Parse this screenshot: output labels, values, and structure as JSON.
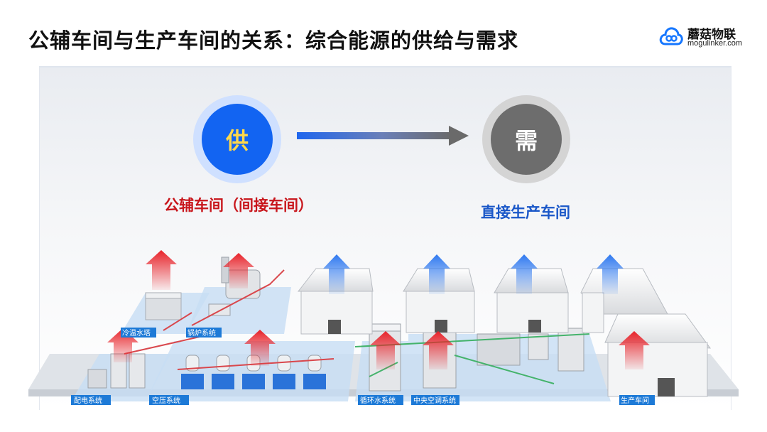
{
  "title": "公辅车间与生产车间的关系：综合能源的供给与需求",
  "brand": {
    "name": "蘑菇物联",
    "url": "mogulinker.com"
  },
  "supply": {
    "char": "供",
    "label": "公辅车间（间接车间）"
  },
  "demand": {
    "char": "需",
    "label": "直接生产车间"
  },
  "plant_tags": {
    "cooling_tower": "冷温水塔",
    "boiler": "锅炉系统",
    "power_distribution": "配电系统",
    "air_compressor": "空压系统",
    "circulating_water": "循环水系统",
    "central_ac": "中央空调系统",
    "production_workshop": "生产车间"
  },
  "colors": {
    "supply_blue": "#1264f2",
    "supply_text": "#ffd84a",
    "demand_gray": "#6d6d6d",
    "supply_red": "#c8151b",
    "demand_blue": "#1a57c8"
  }
}
